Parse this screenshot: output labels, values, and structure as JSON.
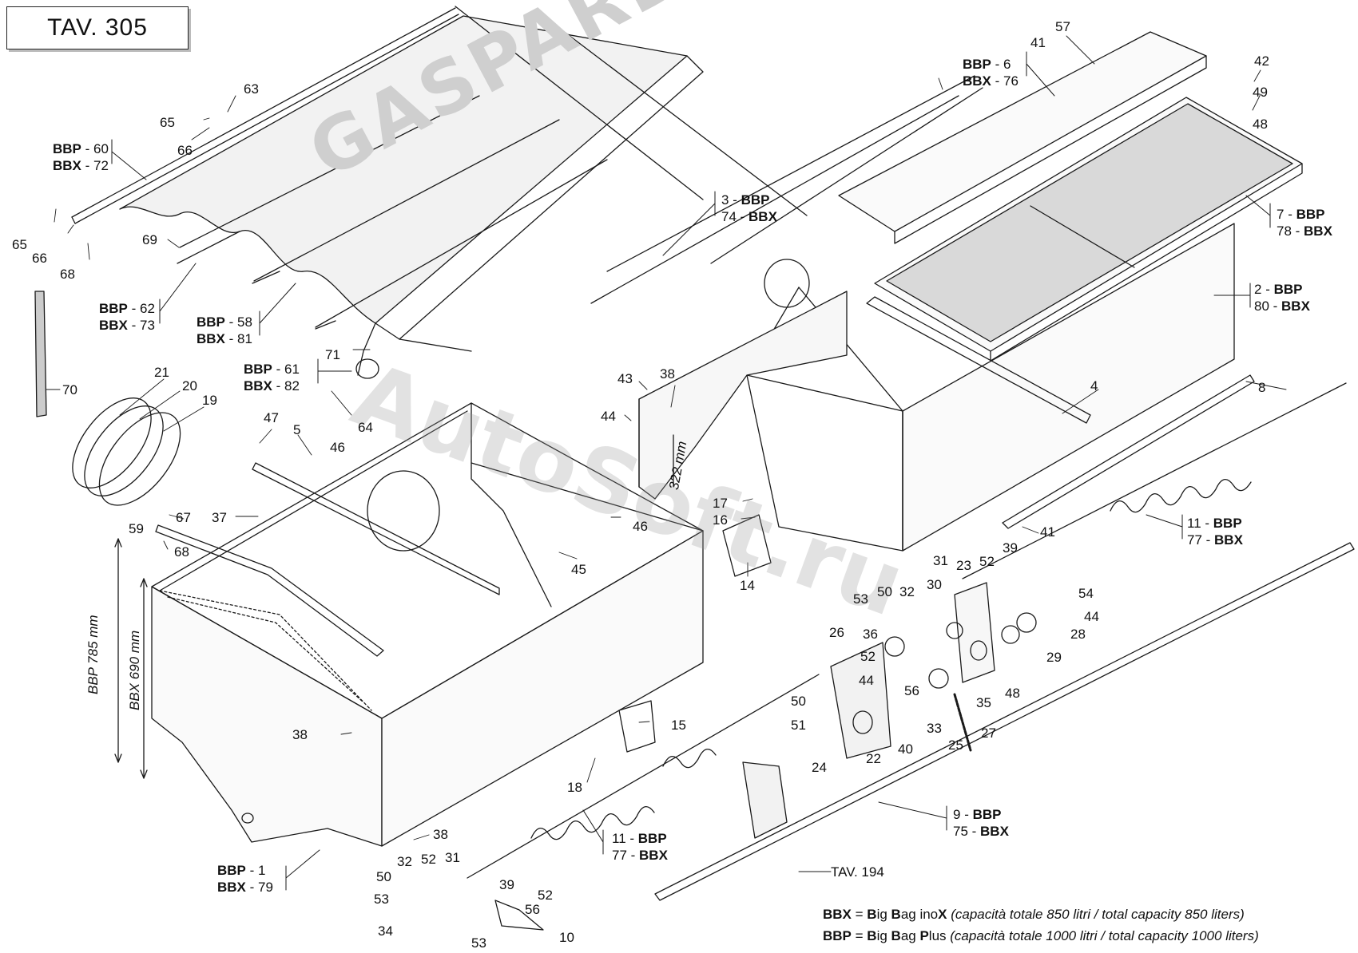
{
  "header": {
    "title": "TAV. 305"
  },
  "watermarks": {
    "brand": "GASPARDO",
    "site": "AutoSoft.ru"
  },
  "dimensions": {
    "bbp_height": "BBP 785 mm",
    "bbx_height": "BBX 690 mm",
    "bracket": "322 mm"
  },
  "parts": {
    "p63": "63",
    "p65a": "65",
    "p66a": "66",
    "p65b": "65",
    "p66b": "66",
    "p68a": "68",
    "p69": "69",
    "p70": "70",
    "p71": "71",
    "p64": "64",
    "p21": "21",
    "p20": "20",
    "p19": "19",
    "p47": "47",
    "p5": "5",
    "p46a": "46",
    "p37": "37",
    "p67": "67",
    "p59": "59",
    "p68b": "68",
    "p43": "43",
    "p38a": "38",
    "p44a": "44",
    "p17": "17",
    "p16": "16",
    "p14": "14",
    "p46b": "46",
    "p45": "45",
    "p38b": "38",
    "p38c": "38",
    "p15": "15",
    "p18": "18",
    "p32a": "32",
    "p52a": "52",
    "p31a": "31",
    "p50a": "50",
    "p53a": "53",
    "p34": "34",
    "p39a": "39",
    "p52b": "52",
    "p56a": "56",
    "p53b": "53",
    "p10": "10",
    "p57": "57",
    "p41a": "41",
    "p42": "42",
    "p49": "49",
    "p48a": "48",
    "p4": "4",
    "p8": "8",
    "p41b": "41",
    "p23": "23",
    "p52c": "52",
    "p39b": "39",
    "p31b": "31",
    "p50b": "50",
    "p32b": "32",
    "p30": "30",
    "p53c": "53",
    "p54": "54",
    "p44b": "44",
    "p28": "28",
    "p26": "26",
    "p36": "36",
    "p29": "29",
    "p52d": "52",
    "p44c": "44",
    "p56b": "56",
    "p35": "35",
    "p48b": "48",
    "p50c": "50",
    "p51": "51",
    "p33": "33",
    "p27": "27",
    "p25": "25",
    "p24": "24",
    "p22": "22",
    "p40": "40",
    "tav194": "TAV. 194"
  },
  "callouts": {
    "c60": {
      "bbp": "60",
      "bbx": "72"
    },
    "c62": {
      "bbp": "62",
      "bbx": "73"
    },
    "c58": {
      "bbp": "58",
      "bbx": "81"
    },
    "c61": {
      "bbp": "61",
      "bbx": "82"
    },
    "c1": {
      "bbp": "1",
      "bbx": "79"
    },
    "c6": {
      "bbp": "6",
      "bbx": "76"
    },
    "c3": {
      "bbp": "3",
      "bbx": "74"
    },
    "c7": {
      "bbp": "7",
      "bbx": "78"
    },
    "c2": {
      "bbp": "2",
      "bbx": "80"
    },
    "c11a": {
      "bbp": "11",
      "bbx": "77"
    },
    "c11b": {
      "bbp": "11",
      "bbx": "77"
    },
    "c9": {
      "bbp": "9",
      "bbx": "75"
    },
    "bbp_tag": "BBP",
    "bbx_tag": "BBX",
    "sep": " - "
  },
  "legend": {
    "bbx_code": "BBX",
    "eq": " = ",
    "bbx_name_parts": [
      "B",
      "ig ",
      "B",
      "ag ino",
      "X"
    ],
    "bbx_note": "(capacità totale 850 litri / total capacity 850 liters)",
    "bbp_code": "BBP",
    "bbp_name_parts": [
      "B",
      "ig ",
      "B",
      "ag ",
      "P",
      "lus"
    ],
    "bbp_note": "(capacità totale 1000 litri / total capacity 1000 liters)"
  }
}
